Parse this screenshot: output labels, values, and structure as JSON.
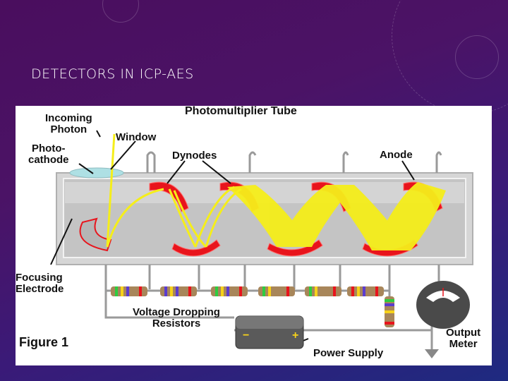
{
  "slide": {
    "title": "DETECTORS IN ICP-AES"
  },
  "figure": {
    "title": "Photomultiplier Tube",
    "caption": "Figure 1",
    "labels": {
      "incoming_photon_line1": "Incoming",
      "incoming_photon_line2": "Photon",
      "window": "Window",
      "photocathode_line1": "Photo-",
      "photocathode_line2": "cathode",
      "dynodes": "Dynodes",
      "anode": "Anode",
      "focusing_electrode_line1": "Focusing",
      "focusing_electrode_line2": "Electrode",
      "resistors_line1": "Voltage Dropping",
      "resistors_line2": "Resistors",
      "power_supply": "Power Supply",
      "output_meter_line1": "Output",
      "output_meter_line2": "Meter",
      "battery_minus": "−",
      "battery_plus": "+"
    },
    "colors": {
      "dynode": "#e8141c",
      "electron_beam": "#f5ee1a",
      "tube": "#c8c8c8",
      "meter": "#4a4a4a"
    }
  }
}
